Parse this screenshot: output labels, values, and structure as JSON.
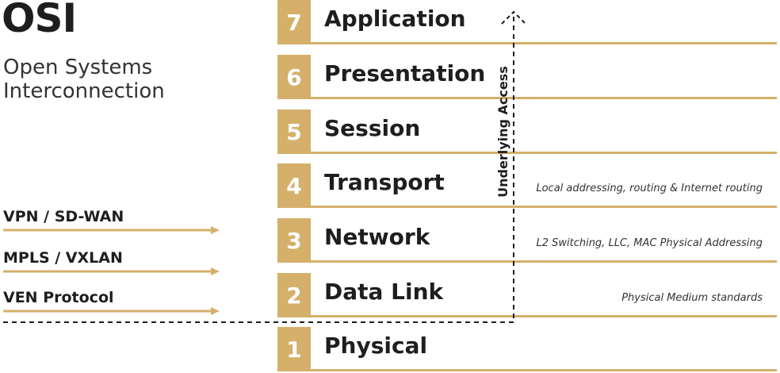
{
  "header": {
    "title": "OSI",
    "subtitle_line1": "Open Systems",
    "subtitle_line2": "Interconnection"
  },
  "layers": [
    {
      "number": "7",
      "name": "Application",
      "desc": ""
    },
    {
      "number": "6",
      "name": "Presentation",
      "desc": ""
    },
    {
      "number": "5",
      "name": "Session",
      "desc": ""
    },
    {
      "number": "4",
      "name": "Transport",
      "desc": "Local addressing, routing & Internet routing"
    },
    {
      "number": "3",
      "name": "Network",
      "desc": "L2 Switching, LLC, MAC Physical Addressing"
    },
    {
      "number": "2",
      "name": "Data Link",
      "desc": "Physical Medium standards"
    },
    {
      "number": "1",
      "name": "Physical",
      "desc": ""
    }
  ],
  "protocols": [
    {
      "label": "VPN / SD-WAN"
    },
    {
      "label": "MPLS  / VXLAN"
    },
    {
      "label": "VEN Protocol"
    }
  ],
  "access_label": "Underlying Access",
  "colors": {
    "accent": "#d4b06a",
    "text": "#1e1e1e"
  }
}
